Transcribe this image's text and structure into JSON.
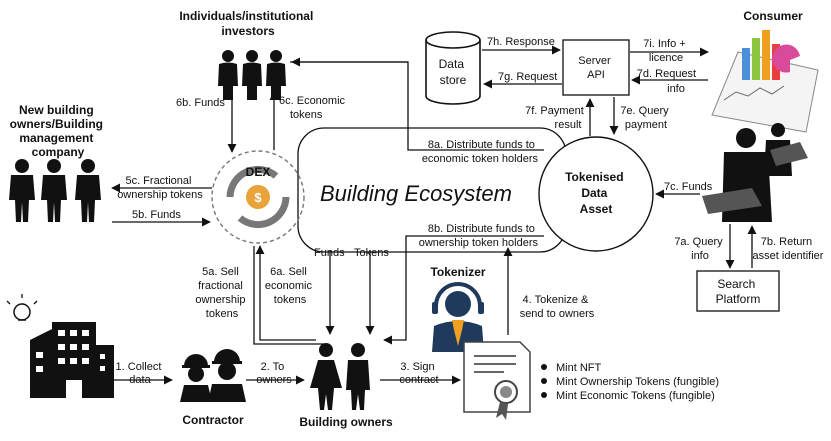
{
  "actors": {
    "investors": "Individuals/institutional investors",
    "owners_company": "New building owners/Building management company",
    "consumer": "Consumer",
    "tokenizer": "Tokenizer",
    "contractor": "Contractor",
    "building_owners": "Building owners"
  },
  "nodes": {
    "data_store": "Data store",
    "server_api": "Server API",
    "dex": "DEX",
    "tokenised_asset": "Tokenised Data Asset",
    "search_platform": "Search Platform",
    "ecosystem": "Building Ecosystem"
  },
  "flows": {
    "f1": "1. Collect data",
    "f2": "2. To owners",
    "f3": "3. Sign contract",
    "f4": "4. Tokenize & send to owners",
    "f5a": "5a. Sell fractional ownership tokens",
    "f5b": "5b. Funds",
    "f5c": "5c. Fractional ownership tokens",
    "f6a": "6a. Sell economic tokens",
    "f6b": "6b. Funds",
    "f6c": "6c. Economic tokens",
    "f7a": "7a. Query info",
    "f7b": "7b. Return asset identifier",
    "f7c": "7c. Funds",
    "f7d": "7d. Request info",
    "f7e": "7e. Query payment",
    "f7f": "7f. Payment result",
    "f7g": "7g. Request",
    "f7h": "7h. Response",
    "f7i": "7i. Info + licence",
    "f8a": "8a. Distribute funds to economic token holders",
    "f8b": "8b. Distribute funds to ownership token holders",
    "funds": "Funds",
    "tokens": "Tokens"
  },
  "mint_list": [
    "Mint NFT",
    "Mint Ownership Tokens (fungible)",
    "Mint Economic Tokens  (fungible)"
  ],
  "colors": {
    "ink": "#111111",
    "dex_orange": "#e8a33a",
    "tokenizer_blue": "#1f3a5c",
    "tie_orange": "#f0a020"
  }
}
